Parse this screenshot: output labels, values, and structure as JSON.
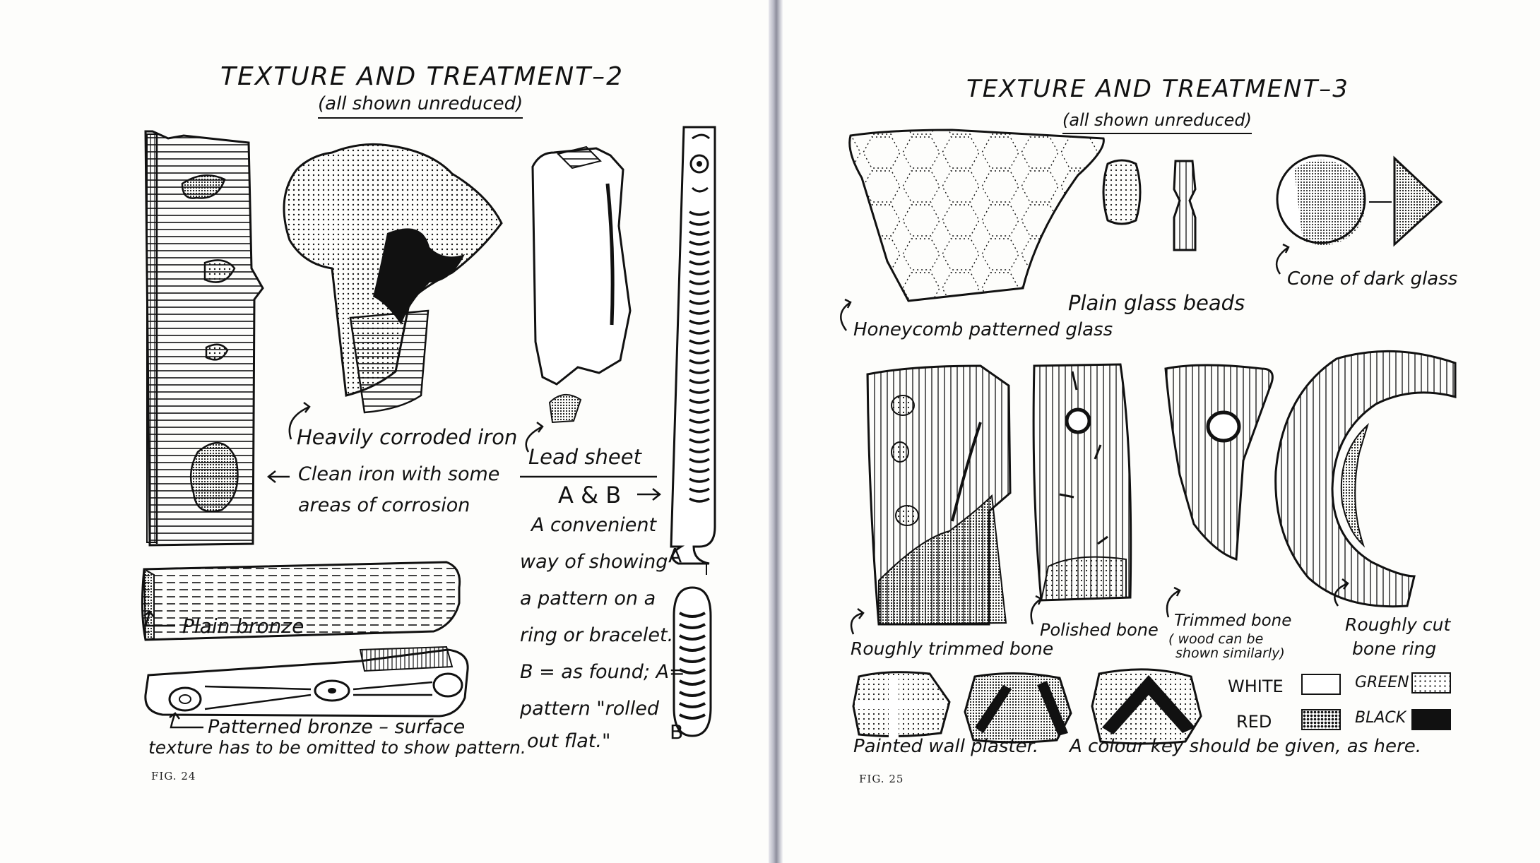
{
  "left_page": {
    "title": "TEXTURE AND TREATMENT–2",
    "subtitle": "(all shown unreduced)",
    "labels": {
      "heavily_corroded_iron": "Heavily corroded iron",
      "clean_iron_line1": "Clean iron with some",
      "clean_iron_line2": "areas of corrosion",
      "lead_sheet": "Lead sheet",
      "ab_heading": "A & B",
      "plain_bronze": "Plain bronze",
      "patterned_bronze_line1": "Patterned bronze – surface",
      "patterned_bronze_line2": "texture has to be omitted to show pattern.",
      "marker_a": "A",
      "marker_b": "B"
    },
    "ab_note": [
      "A convenient",
      "way of showing",
      "a pattern on a",
      "ring or bracelet.",
      "B = as found; A=",
      "pattern \"rolled",
      "out flat.\""
    ],
    "fig_label": "FIG. 24"
  },
  "right_page": {
    "title": "TEXTURE AND TREATMENT–3",
    "subtitle": "(all shown unreduced)",
    "labels": {
      "cone_dark_glass": "Cone of dark glass",
      "plain_glass_beads": "Plain glass beads",
      "honeycomb_glass": "Honeycomb patterned glass",
      "roughly_trimmed_bone": "Roughly trimmed bone",
      "polished_bone": "Polished bone",
      "trimmed_bone_line1": "Trimmed bone",
      "trimmed_bone_line2": "( wood can be",
      "trimmed_bone_line3": "shown similarly)",
      "roughly_cut_line1": "Roughly cut",
      "roughly_cut_line2": "bone ring",
      "painted_wall_plaster": "Painted wall plaster.",
      "colour_key_note": "A colour key should be given, as here."
    },
    "colour_key": [
      {
        "name": "WHITE",
        "pattern": "white"
      },
      {
        "name": "GREEN",
        "pattern": "stipple"
      },
      {
        "name": "RED",
        "pattern": "dense-stipple"
      },
      {
        "name": "BLACK",
        "pattern": "black"
      }
    ],
    "fig_label": "FIG. 25"
  }
}
